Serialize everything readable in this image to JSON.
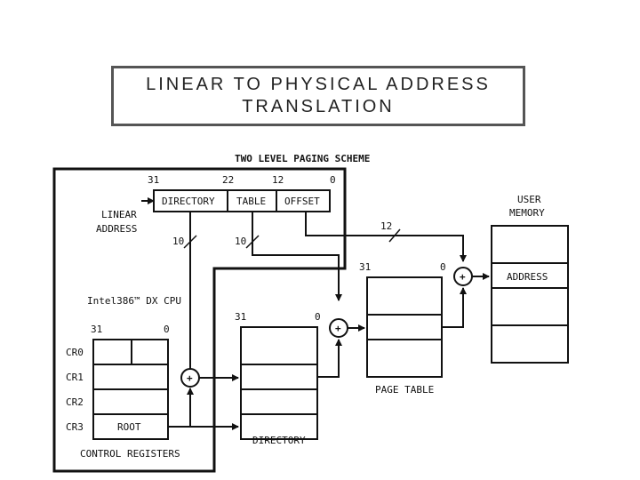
{
  "slide": {
    "title_line1": "LINEAR TO PHYSICAL ADDRESS",
    "title_line2": "TRANSLATION"
  },
  "diagram": {
    "heading": "TWO LEVEL PAGING SCHEME",
    "linear_address": {
      "label_line1": "LINEAR",
      "label_line2": "ADDRESS",
      "bit_31": "31",
      "bit_22": "22",
      "bit_12": "12",
      "bit_0": "0",
      "field_directory": "DIRECTORY",
      "field_table": "TABLE",
      "field_offset": "OFFSET",
      "width_directory": "10",
      "width_table": "10",
      "width_offset": "12"
    },
    "cpu_label": "Intel386™ DX CPU",
    "control_registers": {
      "bit_31": "31",
      "bit_0": "0",
      "cr0": "CR0",
      "cr1": "CR1",
      "cr2": "CR2",
      "cr3": "CR3",
      "root": "ROOT",
      "caption": "CONTROL REGISTERS"
    },
    "directory": {
      "bit_31": "31",
      "bit_0": "0",
      "caption": "DIRECTORY"
    },
    "page_table": {
      "bit_31": "31",
      "bit_0": "0",
      "caption": "PAGE TABLE"
    },
    "user_memory": {
      "label_line1": "USER",
      "label_line2": "MEMORY",
      "address": "ADDRESS"
    },
    "adder_symbol": "+"
  }
}
